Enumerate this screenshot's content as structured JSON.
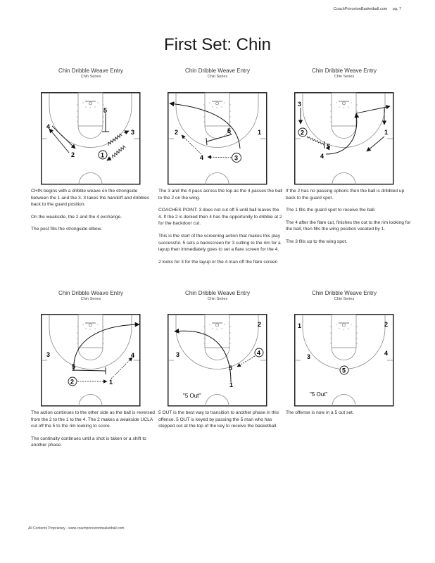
{
  "header": {
    "site": "CoachPrincetonBasketball.com",
    "page": "pg. 7"
  },
  "title": "First Set: Chin",
  "panels": [
    {
      "title": "Chin Dribble Weave Entry",
      "subtitle": "Chin Series",
      "players": {
        "p1": "1",
        "p2": "2",
        "p3": "3",
        "p4": "4",
        "p5": "5"
      },
      "text": [
        "CHIN begins with a dribble weave on the strongside between the 1 and the 3. 3 takes the handoff and dribbles back to the guard position.",
        "On the weakside, the 2 and the 4 exchange.",
        "The post fills the strongside elbow."
      ]
    },
    {
      "title": "Chin Dribble Weave Entry",
      "subtitle": "Chin Series",
      "players": {
        "p1": "1",
        "p2": "2",
        "p3": "3",
        "p4": "4",
        "p5": "5"
      },
      "text": [
        "The 3 and the 4 pass across the top as the 4 passes the ball to the 2 on the wing.",
        "COACHES POINT: 3 does not cut off 5 until ball leaves the 4. If the 2 is denied then 4 has the opportunity to dribble at 2 for the backdoor cut.",
        "This is the start of the screening action that makes this play successful. 5 sets a backscreen for 3 cutting to the rim for a layup then immediately goes to set a flare screen for the 4.",
        "2 looks for 3 for the layup or the 4 man off the flare screen"
      ]
    },
    {
      "title": "Chin Dribble Weave Entry",
      "subtitle": "Chin Series",
      "players": {
        "p1": "1",
        "p2": "2",
        "p3": "3",
        "p4": "4",
        "p5": "5"
      },
      "text": [
        "If the 2 has no passing options then the ball is dribbled up back to the guard spot.",
        "The 1 fills the guard spot to receive the ball.",
        "The 4 after the flare cut, finishes the cut to the rim looking for the ball, then fills the wing position vacated by 1.",
        "The 3 fills up to the wing spot."
      ]
    },
    {
      "title": "Chin Dribble Weave Entry",
      "subtitle": "Chin Series",
      "players": {
        "p1": "1",
        "p2": "2",
        "p3": "3",
        "p4": "4",
        "p5": "5"
      },
      "text": [
        "The action continues to the other side as the ball is reversed from the 2 to the 1 to the 4. The 2 makes a weakside UCLA cut off the 5 to the rim looking to score.",
        "The continuity continues until a shot is taken or a shift to another phase."
      ]
    },
    {
      "title": "Chin Dribble Weave Entry",
      "subtitle": "Chin Series",
      "players": {
        "p1": "1",
        "p2": "2",
        "p3": "3",
        "p4": "4",
        "p5": "5"
      },
      "label": "\"5 Out\"",
      "text": [
        "5 OUT is the best way to transition to another phase in this offense. 5 OUT is keyed by passing the 5 man who has stepped out at the top of the key to receive the basketball."
      ]
    },
    {
      "title": "Chin Dribble Weave Entry",
      "subtitle": "Chin Series",
      "players": {
        "p1": "1",
        "p2": "2",
        "p3": "3",
        "p4": "4",
        "p5": "5"
      },
      "label": "\"5 Out\"",
      "text": [
        "The offense is now in a 5 out set."
      ]
    }
  ],
  "footer": "All Contents Proprietary - www.coachprincetonbasketball.com"
}
